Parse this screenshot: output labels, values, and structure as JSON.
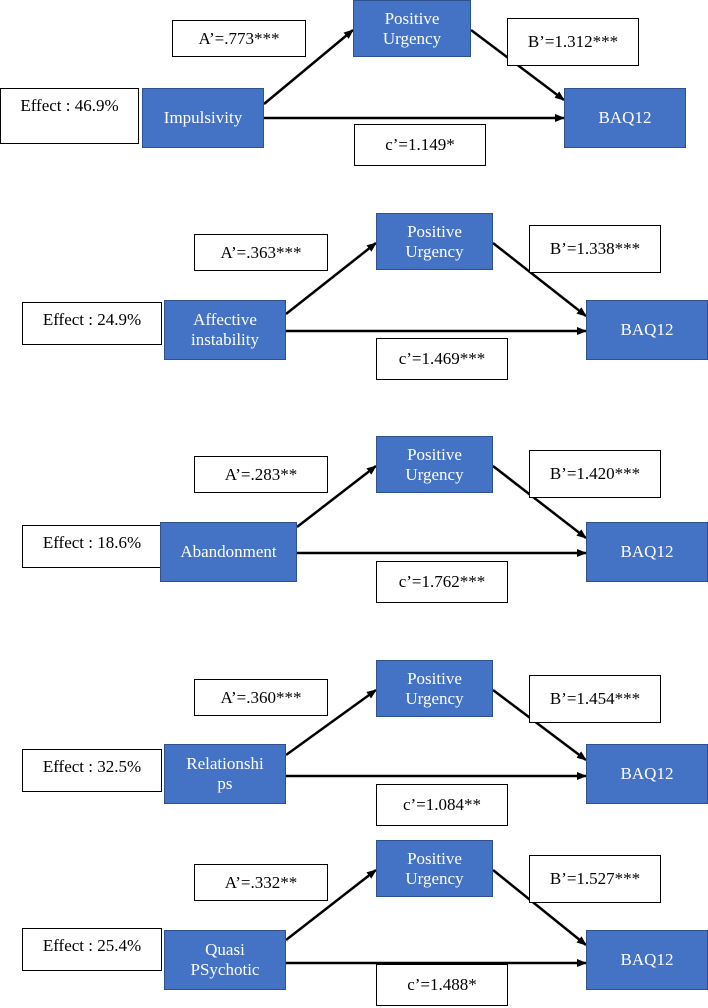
{
  "diagrams": [
    {
      "mediator": "Positive\nUrgency",
      "predictor": "Impulsivity",
      "outcome": "BAQ12",
      "effect": "Effect : 46.9%",
      "a_path": "A’=.773***",
      "b_path": "B’=1.312***",
      "c_path": "c’=1.149*"
    },
    {
      "mediator": "Positive\nUrgency",
      "predictor": "Affective\ninstability",
      "outcome": "BAQ12",
      "effect": "Effect : 24.9%",
      "a_path": "A’=.363***",
      "b_path": "B’=1.338***",
      "c_path": "c’=1.469***"
    },
    {
      "mediator": "Positive\nUrgency",
      "predictor": "Abandonment",
      "outcome": "BAQ12",
      "effect": "Effect : 18.6%",
      "a_path": "A’=.283**",
      "b_path": "B’=1.420***",
      "c_path": "c’=1.762***"
    },
    {
      "mediator": "Positive\nUrgency",
      "predictor": "Relationshi\nps",
      "outcome": "BAQ12",
      "effect": "Effect : 32.5%",
      "a_path": "A’=.360***",
      "b_path": "B’=1.454***",
      "c_path": "c’=1.084**"
    },
    {
      "mediator": "Positive\nUrgency",
      "predictor": "Quasi\nPSychotic",
      "outcome": "BAQ12",
      "effect": "Effect : 25.4%",
      "a_path": "A’=.332**",
      "b_path": "B’=1.527***",
      "c_path": "c’=1.488*"
    }
  ]
}
